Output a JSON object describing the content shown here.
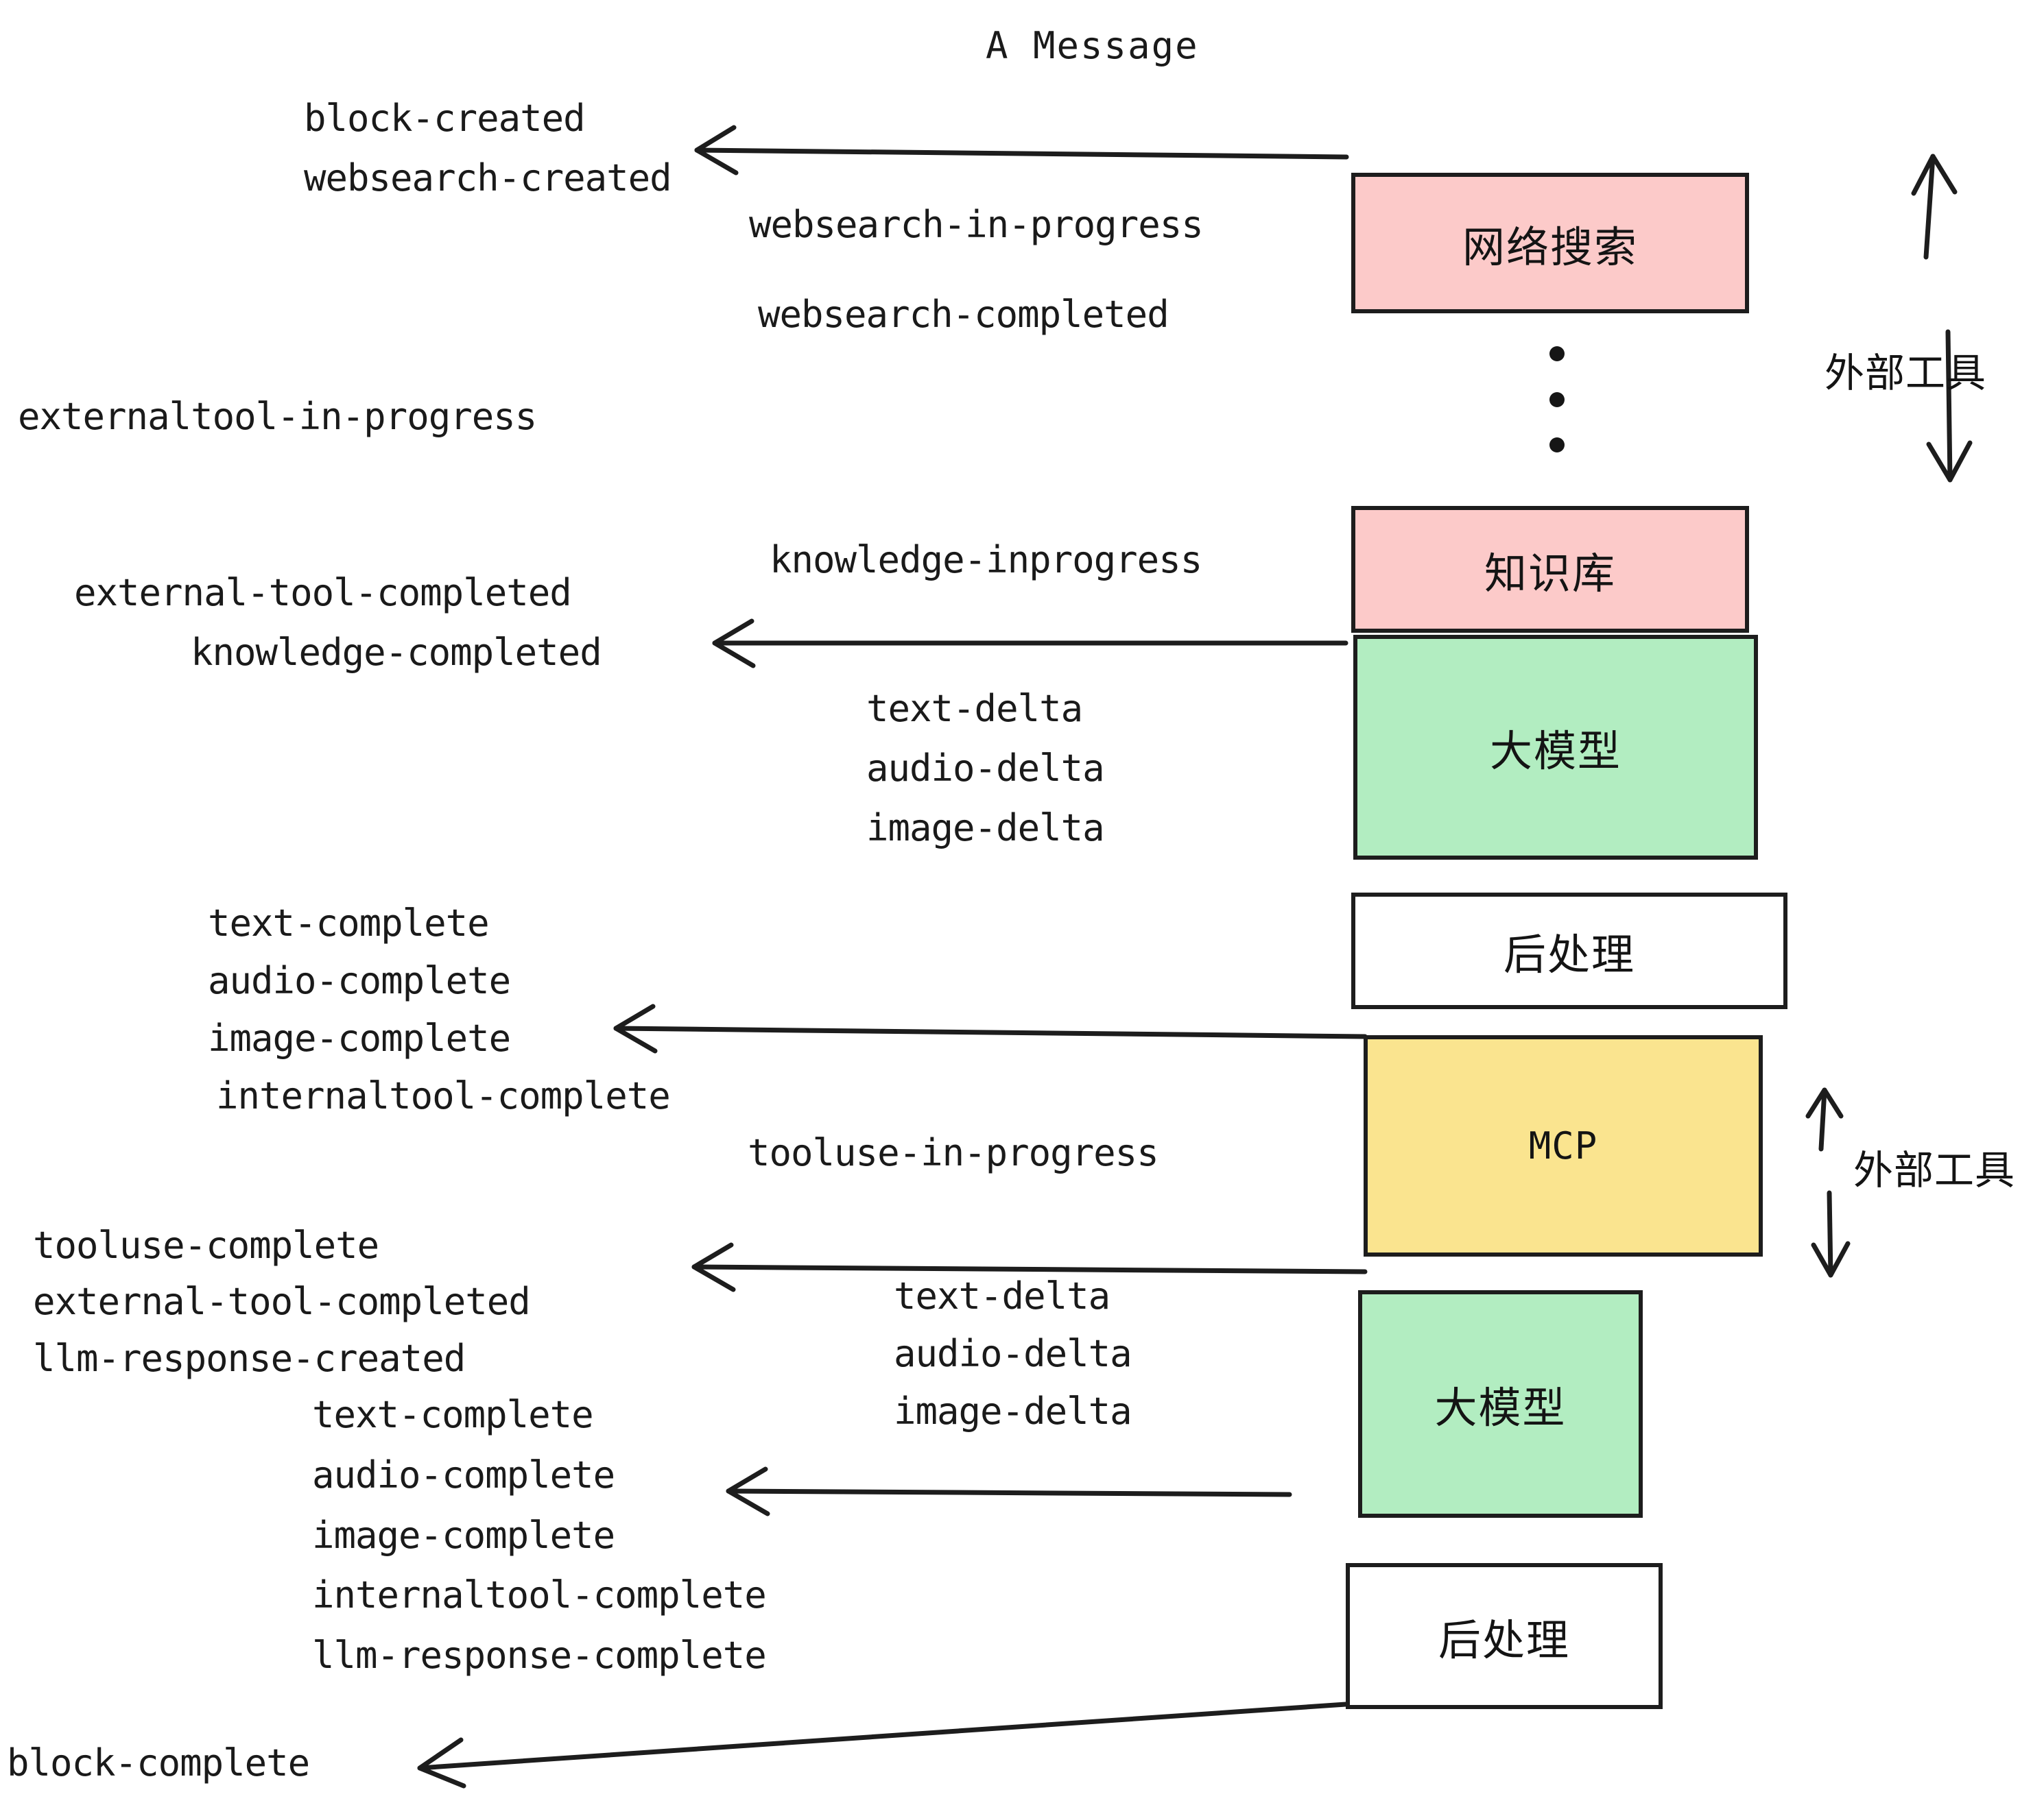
{
  "diagram": {
    "title": "A Message",
    "colors": {
      "pink": "#fccac9",
      "green": "#b2edc1",
      "yellow": "#fae48f",
      "white": "#ffffff",
      "stroke": "#1d1d1d",
      "text": "#141414"
    },
    "nodes": [
      {
        "id": "websearch",
        "label": "网络搜索",
        "fill": "#fccac9"
      },
      {
        "id": "knowledge",
        "label": "知识库",
        "fill": "#fccac9"
      },
      {
        "id": "llm-top",
        "label": "大模型",
        "fill": "#b2edc1"
      },
      {
        "id": "post-top",
        "label": "后处理",
        "fill": "#ffffff"
      },
      {
        "id": "mcp",
        "label": "MCP",
        "fill": "#fae48f"
      },
      {
        "id": "llm-bottom",
        "label": "大模型",
        "fill": "#b2edc1"
      },
      {
        "id": "post-bottom",
        "label": "后处理",
        "fill": "#ffffff"
      }
    ],
    "side_labels": [
      {
        "id": "external-tool-top",
        "label": "外部工具"
      },
      {
        "id": "external-tool-bottom",
        "label": "外部工具"
      }
    ],
    "events": [
      {
        "id": "e01",
        "text": "block-created"
      },
      {
        "id": "e02",
        "text": "websearch-created"
      },
      {
        "id": "e03",
        "text": "websearch-in-progress"
      },
      {
        "id": "e04",
        "text": "websearch-completed"
      },
      {
        "id": "e05",
        "text": "externaltool-in-progress"
      },
      {
        "id": "e06",
        "text": "knowledge-inprogress"
      },
      {
        "id": "e07",
        "text": "external-tool-completed"
      },
      {
        "id": "e08",
        "text": "knowledge-completed"
      },
      {
        "id": "e09",
        "text": "text-delta"
      },
      {
        "id": "e10",
        "text": "audio-delta"
      },
      {
        "id": "e11",
        "text": "image-delta"
      },
      {
        "id": "e12",
        "text": "text-complete"
      },
      {
        "id": "e13",
        "text": "audio-complete"
      },
      {
        "id": "e14",
        "text": "image-complete"
      },
      {
        "id": "e15",
        "text": "internaltool-complete"
      },
      {
        "id": "e16",
        "text": "tooluse-in-progress"
      },
      {
        "id": "e17",
        "text": "tooluse-complete"
      },
      {
        "id": "e18",
        "text": "external-tool-completed"
      },
      {
        "id": "e19",
        "text": "llm-response-created"
      },
      {
        "id": "e20",
        "text": "text-delta"
      },
      {
        "id": "e21",
        "text": "audio-delta"
      },
      {
        "id": "e22",
        "text": "image-delta"
      },
      {
        "id": "e23",
        "text": "text-complete"
      },
      {
        "id": "e24",
        "text": "audio-complete"
      },
      {
        "id": "e25",
        "text": "image-complete"
      },
      {
        "id": "e26",
        "text": "internaltool-complete"
      },
      {
        "id": "e27",
        "text": "llm-response-complete"
      },
      {
        "id": "e28",
        "text": "block-complete"
      }
    ]
  }
}
